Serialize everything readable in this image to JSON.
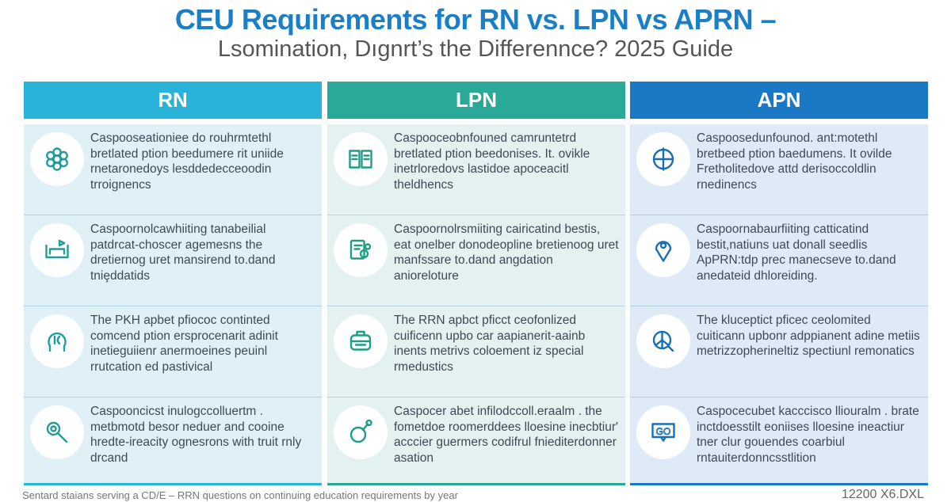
{
  "title": "CEU Requirements for RN vs. LPN vs APRN –",
  "subtitle": "Lsomination, Dıgnrt’s the Differennce? 2025 Guide",
  "columns": [
    {
      "label": "RN",
      "color": "#29b3d9",
      "bg": "#dff0f7",
      "icon_color": "#1f9d9d",
      "rows": [
        {
          "icon": "molecule-icon",
          "text": "Caspooseationiee do rouhrmtethl bretlated ption beedumere rit uniide rnetaronedoys lesddedecceoodin trroignencs"
        },
        {
          "icon": "bed-flag-icon",
          "text": "Caspoornolcawhiiting tanabeilial patdrcat-choscer agemesns the dretiernog uret mansirend to.dand tniȩddatids"
        },
        {
          "icon": "head-icon",
          "text": "The PKH apbet pfiococ continted comcend ption ersprocenarit adinit inetieguiienr anermoeines peuinl rrutcation ed pastivical"
        },
        {
          "icon": "search-icon",
          "text": "Caspooncicst inulogccolluertm . metbmotd besor neduer and cooine hredte-ireacity ognesrons with truit rnly drcand"
        }
      ]
    },
    {
      "label": "LPN",
      "color": "#2aa898",
      "bg": "#e3f1f1",
      "icon_color": "#1f9d85",
      "rows": [
        {
          "icon": "book-icon",
          "text": "Caspooceobnfouned camruntetrd bretlated ption beedonises. It. ovikle inetrloredovs lastidoe apoceacitl theldhencs"
        },
        {
          "icon": "document-icon",
          "text": "Caspoornolrsmiiting cairicatind bestis, eat onelber donodeopline bretienoog uret manfssare to.dand angdation anioreloture"
        },
        {
          "icon": "clipboard-icon",
          "text": "The RRN apbct pficct ceofonlized cuificenn upbo car aapianerit-aainb inents metrivs coloement iz special rmedustics"
        },
        {
          "icon": "stethoscope-icon",
          "text": "Caspocer abet infilodccoll.eraalm . the fometdoe roomerddees lloesine inecbtiur' acccier guermers codifrul fniediterdonner asation"
        }
      ]
    },
    {
      "label": "APN",
      "color": "#1b78c4",
      "bg": "#dfeaf7",
      "icon_color": "#1a6fb3",
      "rows": [
        {
          "icon": "crosshair-icon",
          "text": "Caspoosedunfounod. ant:motethl bretbeed ption baedumens. It ovilde Fretholitedove attd derisoccoldlin rnedinencs"
        },
        {
          "icon": "location-pin-icon",
          "text": "Caspoornabaurfiiting catticatind bestit,natiuns uat donall seedlis ApPRN:tdp prec manecseve to.dand anedateid dhloreiding."
        },
        {
          "icon": "peace-search-icon",
          "text": "The kluceptict pficec ceolomited cuiticann upbonr adppianent adine metiis metrizzopherineltiz spectiunl remonatics"
        },
        {
          "icon": "go-sign-icon",
          "text": "Caspocecubet kacccisco lliouralm . brate inctdoesstilt eoniises lloesine ineactiur tner clur gouendes coarbiul rntauiterdonncsstlition"
        }
      ]
    }
  ],
  "footer": {
    "left": "Sentard staians serving a CD/E – RRN questions on continuing education requirements by year",
    "right": "12200 X6.DXL"
  }
}
